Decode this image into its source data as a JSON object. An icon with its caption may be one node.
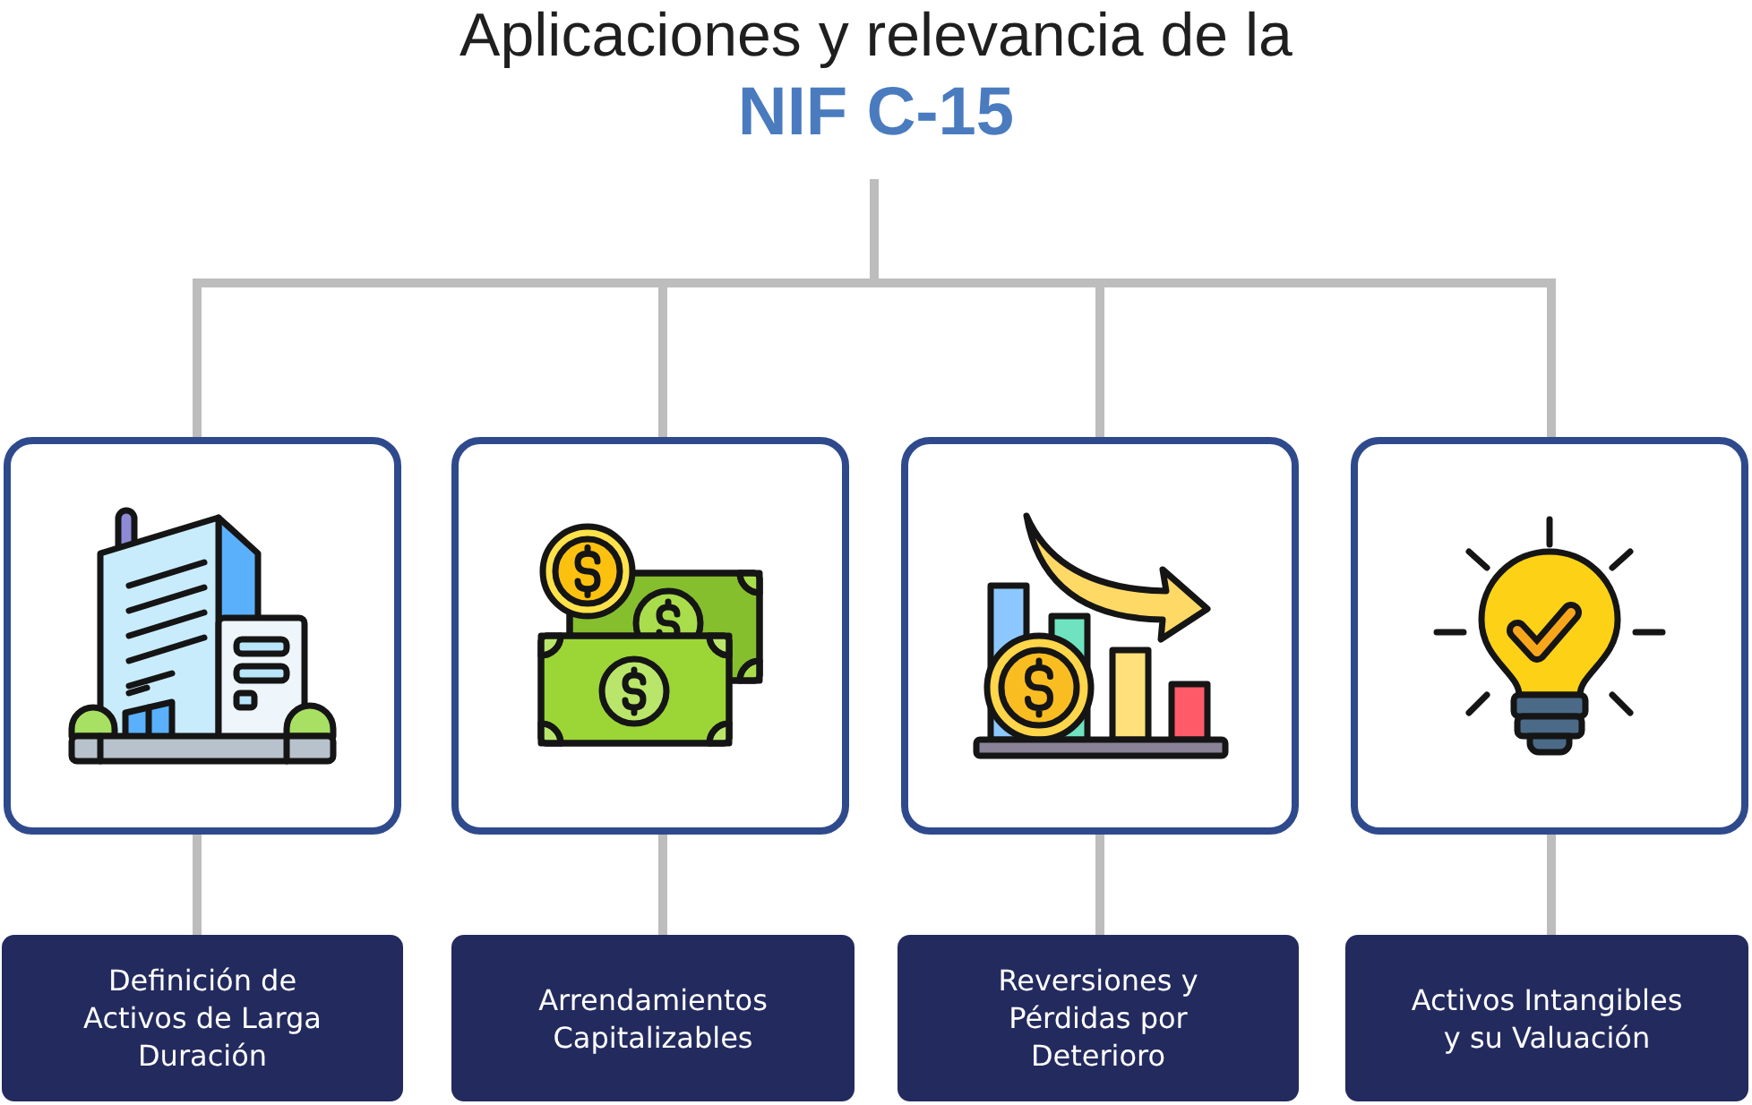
{
  "diagram": {
    "nodes": [
      {
        "text": [
          "Aplicaciones y relevancia de la",
          "NIF C-15"
        ]
      },
      {
        "text": [],
        "shape": "picture"
      },
      {
        "text": [],
        "shape": "picture"
      },
      {
        "text": [],
        "shape": "picture"
      },
      {
        "text": [],
        "shape": "picture"
      },
      {
        "text": [
          "Definición de Activos de Larga Duración"
        ]
      },
      {
        "text": [
          "Arrendamientos Capitalizables"
        ]
      },
      {
        "text": [
          "Reversiones y Pérdidas por Deterioro"
        ]
      },
      {
        "text": [
          "Activos Intangibles y su Valuación"
        ]
      }
    ],
    "edges": [
      {
        "from": 0,
        "to": 1,
        "arrow": "none"
      },
      {
        "from": 0,
        "to": 2,
        "arrow": "none"
      },
      {
        "from": 0,
        "to": 3,
        "arrow": "none"
      },
      {
        "from": 0,
        "to": 4,
        "arrow": "none"
      },
      {
        "from": 1,
        "to": 5,
        "arrow": "none"
      },
      {
        "from": 2,
        "to": 6,
        "arrow": "none"
      },
      {
        "from": 3,
        "to": 7,
        "arrow": "none"
      },
      {
        "from": 4,
        "to": 8,
        "arrow": "none"
      }
    ]
  }
}
